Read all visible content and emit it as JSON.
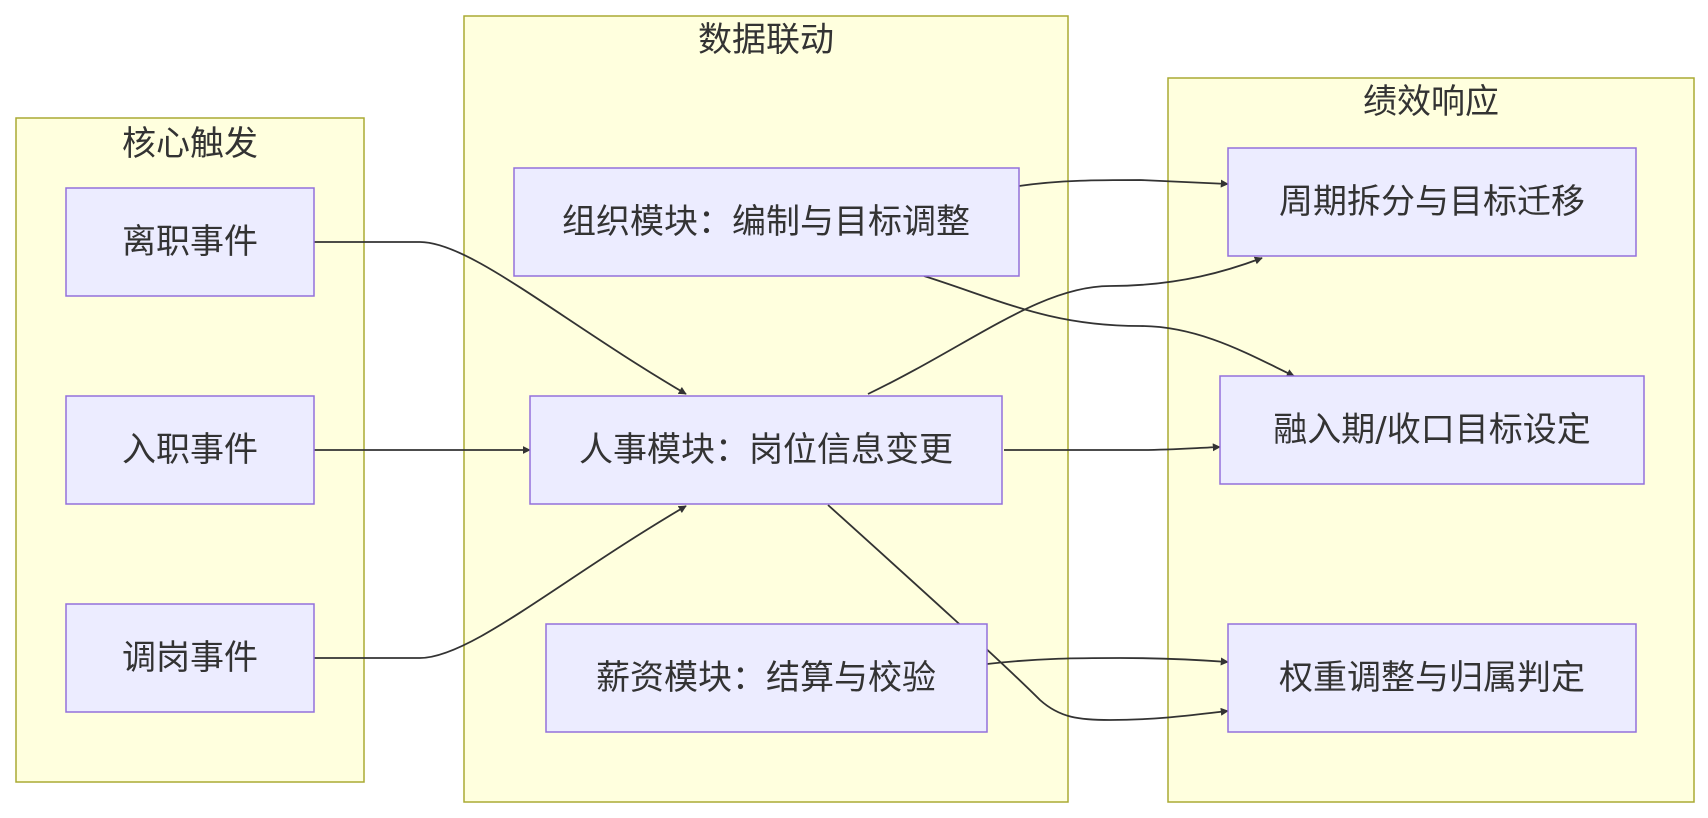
{
  "colors": {
    "cluster_fill": "#ffffde",
    "cluster_stroke": "#aaaa33",
    "node_fill": "#ececff",
    "node_stroke": "#9370db",
    "edge": "#333333",
    "text": "#333333"
  },
  "clusters": {
    "trigger": {
      "title": "核心触发"
    },
    "linkage": {
      "title": "数据联动"
    },
    "performance": {
      "title": "绩效响应"
    }
  },
  "nodes": {
    "resign": "离职事件",
    "onboard": "入职事件",
    "transfer": "调岗事件",
    "org": "组织模块：编制与目标调整",
    "hr": "人事模块：岗位信息变更",
    "payroll": "薪资模块：结算与校验",
    "period": "周期拆分与目标迁移",
    "onboarding_goal": "融入期/收口目标设定",
    "weight": "权重调整与归属判定"
  },
  "edges": [
    {
      "from": "resign",
      "to": "hr"
    },
    {
      "from": "onboard",
      "to": "hr"
    },
    {
      "from": "transfer",
      "to": "hr"
    },
    {
      "from": "org",
      "to": "period"
    },
    {
      "from": "org",
      "to": "onboarding_goal"
    },
    {
      "from": "hr",
      "to": "period"
    },
    {
      "from": "hr",
      "to": "onboarding_goal"
    },
    {
      "from": "hr",
      "to": "weight"
    },
    {
      "from": "payroll",
      "to": "weight"
    }
  ]
}
